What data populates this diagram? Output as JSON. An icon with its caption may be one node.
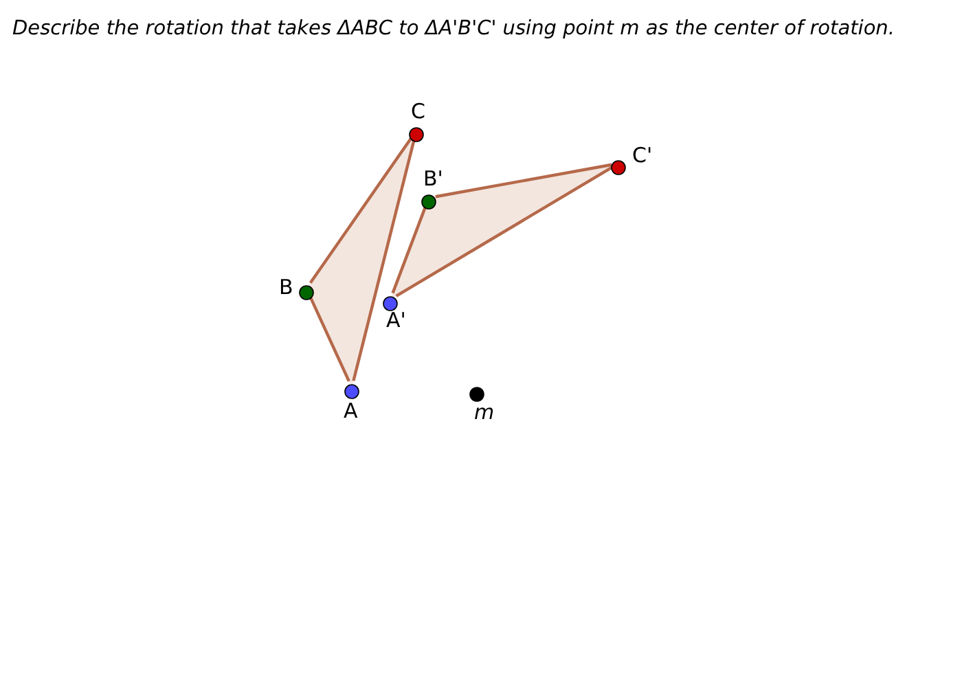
{
  "diagram": {
    "title": "Describe the rotation that takes ΔABC to ΔA'B'C' using point m as the center of rotation.",
    "nodes": [
      {
        "text": [],
        "shape": "circle",
        "beside": [
          "C"
        ]
      },
      {
        "text": [],
        "shape": "circle",
        "beside": [
          "B"
        ]
      },
      {
        "text": [],
        "shape": "circle",
        "beside": [
          "A"
        ]
      },
      {
        "text": [],
        "shape": "circle",
        "beside": [
          "C'"
        ]
      },
      {
        "text": [],
        "shape": "circle",
        "beside": [
          "B'"
        ]
      },
      {
        "text": [],
        "shape": "circle",
        "beside": [
          "A'"
        ]
      },
      {
        "text": [],
        "shape": "circle",
        "beside": [
          "m"
        ]
      }
    ],
    "edges": [
      {
        "from": 2,
        "to": 1,
        "arrow": "none"
      },
      {
        "from": 1,
        "to": 0,
        "arrow": "none"
      },
      {
        "from": 0,
        "to": 2,
        "arrow": "none"
      },
      {
        "from": 5,
        "to": 4,
        "arrow": "none"
      },
      {
        "from": 4,
        "to": 3,
        "arrow": "none"
      },
      {
        "from": 3,
        "to": 5,
        "arrow": "none"
      }
    ]
  }
}
